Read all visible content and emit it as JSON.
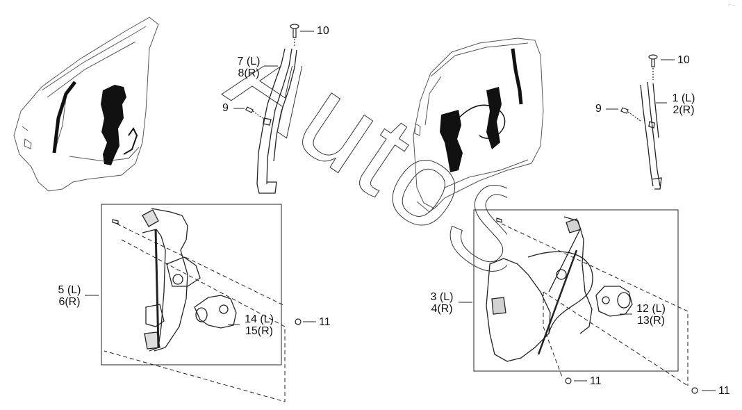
{
  "diagram": {
    "colors": {
      "line": "#222222",
      "part_fill": "#111111",
      "door_line": "#555555",
      "watermark": "#cfcfcf"
    },
    "watermark_text": "AutoSo",
    "callouts": {
      "c10_top": "10",
      "c7_8_top": "7 (L)",
      "c7_8_bot": "8(R)",
      "c9_left": "9",
      "c5_6_top": "5 (L)",
      "c5_6_bot": "6(R)",
      "c14_15_top": "14 (L)",
      "c14_15_bot": "15(R)",
      "c11_left": "11",
      "c10_right": "10",
      "c1_2_top": "1 (L)",
      "c1_2_bot": "2(R)",
      "c9_right": "9",
      "c3_4_top": "3 (L)",
      "c3_4_bot": "4(R)",
      "c12_13_top": "12 (L)",
      "c12_13_bot": "13(R)",
      "c11_mid": "11",
      "c11_right": "11"
    }
  }
}
